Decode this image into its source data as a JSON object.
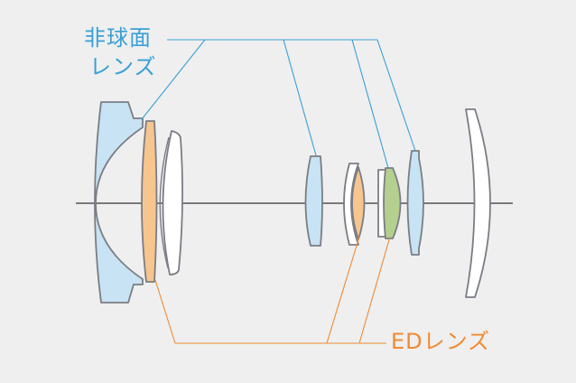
{
  "labels": {
    "aspheric_line1": "非球面",
    "aspheric_line2": "レンズ",
    "ed": "EDレンズ"
  },
  "colors": {
    "background": "#efefef",
    "outline": "#7a7d85",
    "aspheric": "#3aa0d6",
    "ed": "#f08a32",
    "plain_lens_fill": "#ffffff",
    "aspheric_lens_fill": "#c8e3f3",
    "ed_lens_fill": "#f7c58e",
    "ed_aspheric_lens_fill": "#b5cf8e",
    "optical_axis": "#333333"
  }
}
